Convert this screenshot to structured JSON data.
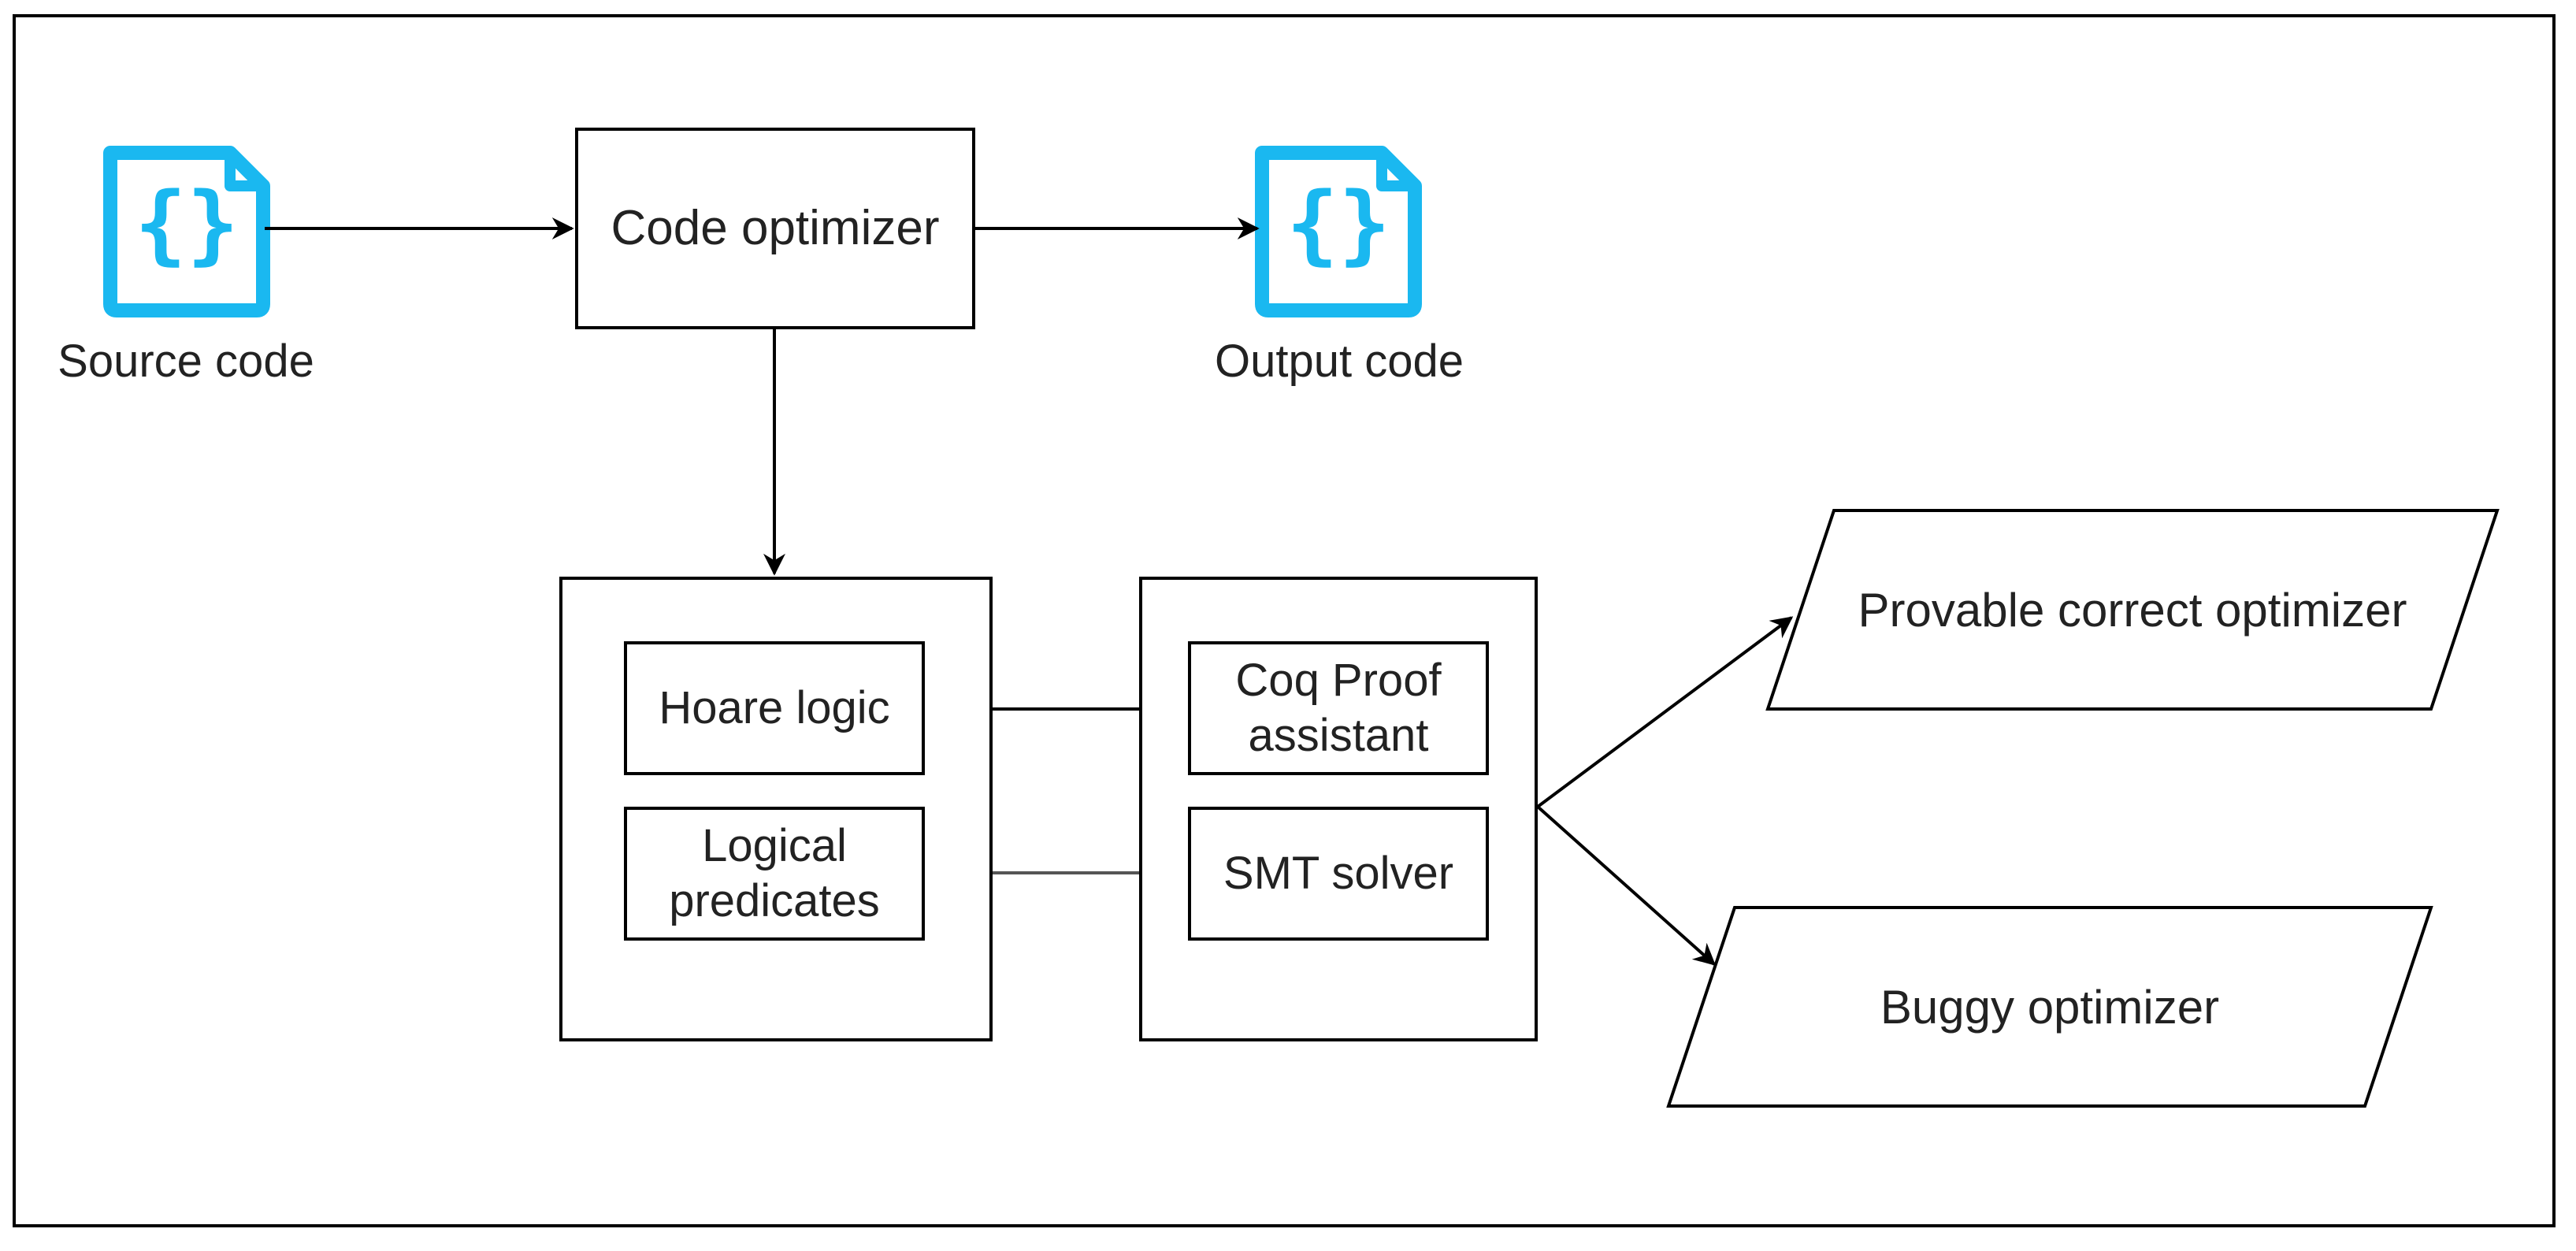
{
  "nodes": {
    "source_code": {
      "label": "Source code",
      "icon": "code-file-icon"
    },
    "code_optimizer": {
      "label": "Code optimizer"
    },
    "output_code": {
      "label": "Output code",
      "icon": "code-file-icon"
    },
    "hoare_logic": {
      "label": "Hoare logic"
    },
    "logical_predicates": {
      "label": "Logical predicates"
    },
    "coq_proof_assistant": {
      "label": "Coq Proof assistant"
    },
    "smt_solver": {
      "label": "SMT solver"
    },
    "provable_correct_optimizer": {
      "label": "Provable correct optimizer"
    },
    "buggy_optimizer": {
      "label": "Buggy optimizer"
    }
  },
  "edges": [
    {
      "from": "source_code",
      "to": "code_optimizer"
    },
    {
      "from": "code_optimizer",
      "to": "output_code"
    },
    {
      "from": "code_optimizer",
      "to": "verification_group"
    },
    {
      "from": "hoare_logic",
      "to": "coq_proof_assistant"
    },
    {
      "from": "logical_predicates",
      "to": "smt_solver"
    },
    {
      "from": "prover_group",
      "to": "provable_correct_optimizer"
    },
    {
      "from": "prover_group",
      "to": "buggy_optimizer"
    }
  ],
  "colors": {
    "icon": "#1ab8f0",
    "stroke": "#000000",
    "text": "#222222"
  }
}
